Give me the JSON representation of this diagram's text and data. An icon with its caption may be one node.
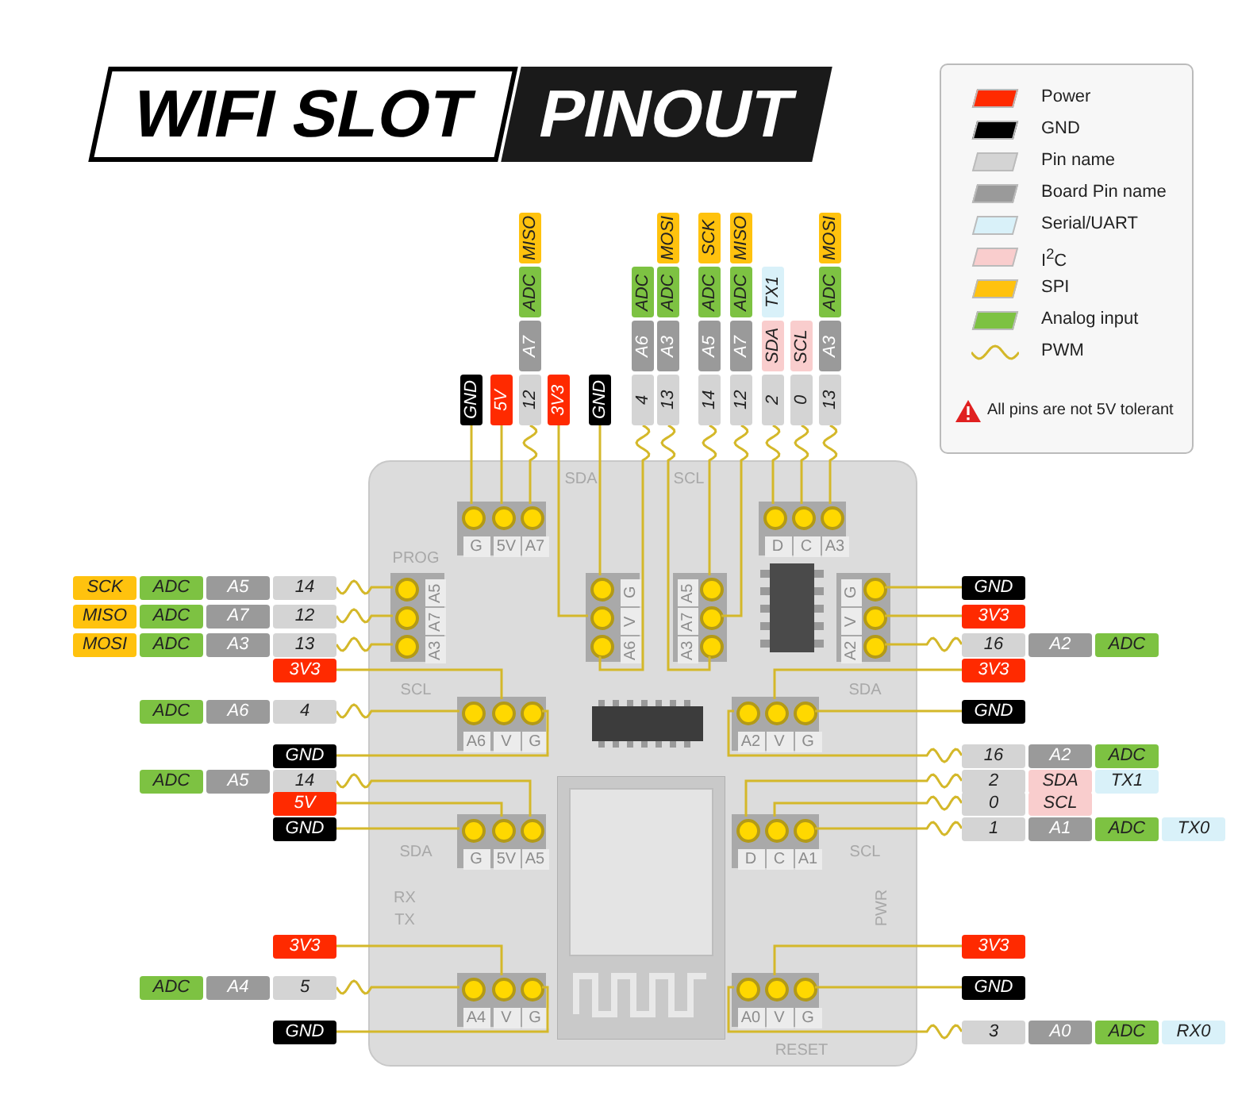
{
  "diagram": {
    "title": "WIFI SLOT",
    "nodes": [
      {
        "text": [],
        "shape": "picture"
      },
      {
        "text": [],
        "shape": "box",
        "in": 0
      },
      {
        "text": [
          "G"
        ],
        "in": 1
      },
      {
        "text": [
          "5V"
        ],
        "in": 1
      },
      {
        "text": [
          "A7"
        ],
        "in": 1
      },
      {
        "text": [],
        "shape": "box",
        "in": 0
      },
      {
        "text": [
          "G"
        ],
        "in": 5
      },
      {
        "text": [
          "V"
        ],
        "in": 5
      },
      {
        "text": [
          "A6"
        ],
        "in": 5
      },
      {
        "text": [],
        "shape": "box",
        "in": 0
      },
      {
        "text": [
          "A5"
        ],
        "in": 9
      },
      {
        "text": [
          "A7"
        ],
        "in": 9
      },
      {
        "text": [
          "A3"
        ],
        "in": 9
      },
      {
        "text": [],
        "shape": "box",
        "in": 0
      },
      {
        "text": [
          "D"
        ],
        "in": 13
      },
      {
        "text": [
          "C"
        ],
        "in": 13
      },
      {
        "text": [
          "A3"
        ],
        "in": 13
      },
      {
        "text": [],
        "shape": "box",
        "in": 0
      },
      {
        "text": [
          "A5"
        ],
        "in": 17
      },
      {
        "text": [
          "A7"
        ],
        "in": 17
      },
      {
        "text": [
          "A3"
        ],
        "in": 17
      },
      {
        "text": [],
        "shape": "box",
        "in": 0
      },
      {
        "text": [
          "A6"
        ],
        "in": 21
      },
      {
        "text": [
          "V"
        ],
        "in": 21
      },
      {
        "text": [
          "G"
        ],
        "in": 21
      },
      {
        "text": [],
        "shape": "box",
        "in": 0
      },
      {
        "text": [
          "G"
        ],
        "in": 25
      },
      {
        "text": [
          "5V"
        ],
        "in": 25
      },
      {
        "text": [
          "A5"
        ],
        "in": 25
      },
      {
        "text": [],
        "shape": "box",
        "in": 0
      },
      {
        "text": [
          "A4"
        ],
        "in": 29
      },
      {
        "text": [
          "V"
        ],
        "in": 29
      },
      {
        "text": [
          "G"
        ],
        "in": 29
      },
      {
        "text": [],
        "shape": "box",
        "in": 0
      },
      {
        "text": [
          "G"
        ],
        "in": 33
      },
      {
        "text": [
          "V"
        ],
        "in": 33
      },
      {
        "text": [
          "A2"
        ],
        "in": 33
      },
      {
        "text": [],
        "shape": "box",
        "in": 0
      },
      {
        "text": [
          "A2"
        ],
        "in": 37
      },
      {
        "text": [
          "V"
        ],
        "in": 37
      },
      {
        "text": [
          "G"
        ],
        "in": 37
      },
      {
        "text": [],
        "shape": "box",
        "in": 0
      },
      {
        "text": [
          "D"
        ],
        "in": 41
      },
      {
        "text": [
          "C"
        ],
        "in": 41
      },
      {
        "text": [
          "A1"
        ],
        "in": 41
      },
      {
        "text": [],
        "shape": "box",
        "in": 0
      },
      {
        "text": [
          "A0"
        ],
        "in": 45
      },
      {
        "text": [
          "V"
        ],
        "in": 45
      },
      {
        "text": [
          "G"
        ],
        "in": 45
      },
      {
        "text": [
          "GND"
        ]
      },
      {
        "text": [
          "5V"
        ]
      },
      {
        "text": [
          "12",
          "A7",
          "ADC",
          "MISO"
        ]
      },
      {
        "text": [
          "3V3"
        ]
      },
      {
        "text": [
          "GND"
        ]
      },
      {
        "text": [
          "4",
          "A6",
          "ADC"
        ]
      },
      {
        "text": [
          "13",
          "A3",
          "ADC",
          "MOSI"
        ]
      },
      {
        "text": [
          "14",
          "A5",
          "ADC",
          "SCK"
        ]
      },
      {
        "text": [
          "12",
          "A7",
          "ADC",
          "MISO"
        ]
      },
      {
        "text": [
          "2",
          "SDA",
          "TX1"
        ]
      },
      {
        "text": [
          "0",
          "SCL"
        ]
      },
      {
        "text": [
          "13",
          "A3",
          "ADC",
          "MOSI"
        ]
      },
      {
        "text": [
          "SCK",
          "ADC",
          "A5",
          "14"
        ]
      },
      {
        "text": [
          "MISO",
          "ADC",
          "A7",
          "12"
        ]
      },
      {
        "text": [
          "MOSI",
          "ADC",
          "A3",
          "13"
        ]
      },
      {
        "text": [
          "3V3"
        ]
      },
      {
        "text": [
          "ADC",
          "A6",
          "4"
        ]
      },
      {
        "text": [
          "GND"
        ]
      },
      {
        "text": [
          "ADC",
          "A5",
          "14"
        ]
      },
      {
        "text": [
          "GND"
        ]
      },
      {
        "text": [
          "5V"
        ]
      },
      {
        "text": [
          "3V3"
        ]
      },
      {
        "text": [
          "ADC",
          "A4",
          "5"
        ]
      },
      {
        "text": [
          "GND"
        ]
      },
      {
        "text": [
          "GND"
        ]
      },
      {
        "text": [
          "3V3"
        ]
      },
      {
        "text": [
          "16",
          "A2",
          "ADC"
        ]
      },
      {
        "text": [
          "3V3"
        ]
      },
      {
        "text": [
          "GND"
        ]
      },
      {
        "text": [
          "16",
          "A2",
          "ADC"
        ]
      },
      {
        "text": [
          "2",
          "SDA",
          "TX1"
        ]
      },
      {
        "text": [
          "1",
          "A1",
          "ADC",
          "TX0"
        ]
      },
      {
        "text": [
          "0",
          "SCL"
        ]
      },
      {
        "text": [
          "3V3"
        ]
      },
      {
        "text": [
          "GND"
        ]
      },
      {
        "text": [
          "3",
          "A0",
          "ADC",
          "RX0"
        ]
      }
    ],
    "edges": [
      {
        "from": 49,
        "to": 2,
        "arrow": "none"
      },
      {
        "from": 50,
        "to": 3,
        "arrow": "none"
      },
      {
        "from": 51,
        "to": 4,
        "arrow": "none"
      },
      {
        "from": 52,
        "to": 7,
        "arrow": "none"
      },
      {
        "from": 53,
        "to": 6,
        "arrow": "none"
      },
      {
        "from": 54,
        "to": 8,
        "arrow": "none"
      },
      {
        "from": 55,
        "to": 12,
        "arrow": "none"
      },
      {
        "from": 56,
        "to": 10,
        "arrow": "none"
      },
      {
        "from": 57,
        "to": 11,
        "arrow": "none"
      },
      {
        "from": 58,
        "to": 14,
        "arrow": "none"
      },
      {
        "from": 59,
        "to": 15,
        "arrow": "none"
      },
      {
        "from": 60,
        "to": 16,
        "arrow": "none"
      },
      {
        "from": 61,
        "to": 18,
        "arrow": "none"
      },
      {
        "from": 62,
        "to": 19,
        "arrow": "none"
      },
      {
        "from": 63,
        "to": 20,
        "arrow": "none"
      },
      {
        "from": 64,
        "to": 23,
        "arrow": "none"
      },
      {
        "from": 65,
        "to": 22,
        "arrow": "none"
      },
      {
        "from": 66,
        "to": 24,
        "arrow": "none"
      },
      {
        "from": 67,
        "to": 28,
        "arrow": "none"
      },
      {
        "from": 68,
        "to": 26,
        "arrow": "none"
      },
      {
        "from": 69,
        "to": 27,
        "arrow": "none"
      },
      {
        "from": 70,
        "to": 31,
        "arrow": "none"
      },
      {
        "from": 71,
        "to": 30,
        "arrow": "none"
      },
      {
        "from": 72,
        "to": 32,
        "arrow": "none"
      },
      {
        "from": 73,
        "to": 34,
        "arrow": "none"
      },
      {
        "from": 74,
        "to": 35,
        "arrow": "none"
      },
      {
        "from": 75,
        "to": 36,
        "arrow": "none"
      },
      {
        "from": 76,
        "to": 39,
        "arrow": "none"
      },
      {
        "from": 77,
        "to": 40,
        "arrow": "none"
      },
      {
        "from": 78,
        "to": 38,
        "arrow": "none"
      },
      {
        "from": 79,
        "to": 42,
        "arrow": "none"
      },
      {
        "from": 80,
        "to": 44,
        "arrow": "none"
      },
      {
        "from": 81,
        "to": 43,
        "arrow": "none"
      },
      {
        "from": 82,
        "to": 47,
        "arrow": "none"
      },
      {
        "from": 83,
        "to": 48,
        "arrow": "none"
      },
      {
        "from": 84,
        "to": 46,
        "arrow": "none"
      }
    ],
    "labels": [
      "PINOUT",
      "PROG",
      "SDA",
      "SCL",
      "SCL",
      "SDA",
      "SDA",
      "SCL",
      "PWR",
      "RESET",
      "RX",
      "TX",
      "All pins are not 5V tolerant"
    ],
    "legend": [
      {
        "text": "Power",
        "color": "#ff2a00"
      },
      {
        "text": "GND",
        "color": "#000000"
      },
      {
        "text": "Pin name",
        "color": "#d4d4d4"
      },
      {
        "text": "Board Pin name",
        "color": "#9a9a9a"
      },
      {
        "text": "Serial/UART",
        "color": "#d9f1f9"
      },
      {
        "text": "I$^{2}$C",
        "color": "#f9cdcd"
      },
      {
        "text": "SPI",
        "color": "#ffc20e"
      },
      {
        "text": "Analog input",
        "color": "#7dc242"
      },
      {
        "text": "PWM"
      }
    ]
  }
}
